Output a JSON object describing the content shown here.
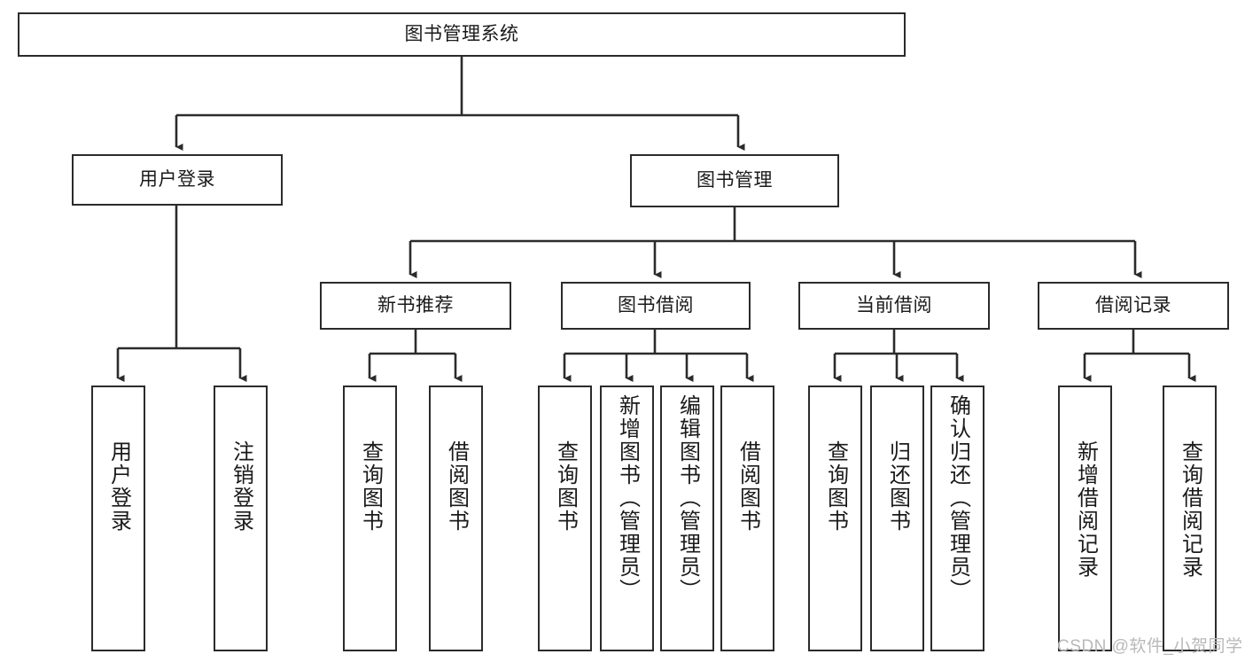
{
  "diagram": {
    "title": "图书管理系统",
    "type": "hierarchy-tree",
    "colors": {
      "box_border": "#2b2b2b",
      "box_fill": "#ffffff",
      "connector": "#2b2b2b",
      "text": "#1a1a1a",
      "watermark": "#b9b9b9"
    },
    "root": {
      "label": "图书管理系统"
    },
    "level1": [
      {
        "label": "用户登录"
      },
      {
        "label": "图书管理"
      }
    ],
    "level2": [
      {
        "label": "新书推荐"
      },
      {
        "label": "图书借阅"
      },
      {
        "label": "当前借阅"
      },
      {
        "label": "借阅记录"
      }
    ],
    "leaves": {
      "user_login": [
        {
          "label": "用户登录"
        },
        {
          "label": "注销登录"
        }
      ],
      "new_book_recommend": [
        {
          "label": "查询图书"
        },
        {
          "label": "借阅图书"
        }
      ],
      "book_borrow": [
        {
          "label": "查询图书"
        },
        {
          "label": "新增图书（管理员）"
        },
        {
          "label": "编辑图书（管理员）"
        },
        {
          "label": "借阅图书"
        }
      ],
      "current_borrow": [
        {
          "label": "查询图书"
        },
        {
          "label": "归还图书"
        },
        {
          "label": "确认归还（管理员）"
        }
      ],
      "borrow_record": [
        {
          "label": "新增借阅记录"
        },
        {
          "label": "查询借阅记录"
        }
      ]
    }
  },
  "watermark": {
    "text": "CSDN @软件_小贺同学"
  }
}
